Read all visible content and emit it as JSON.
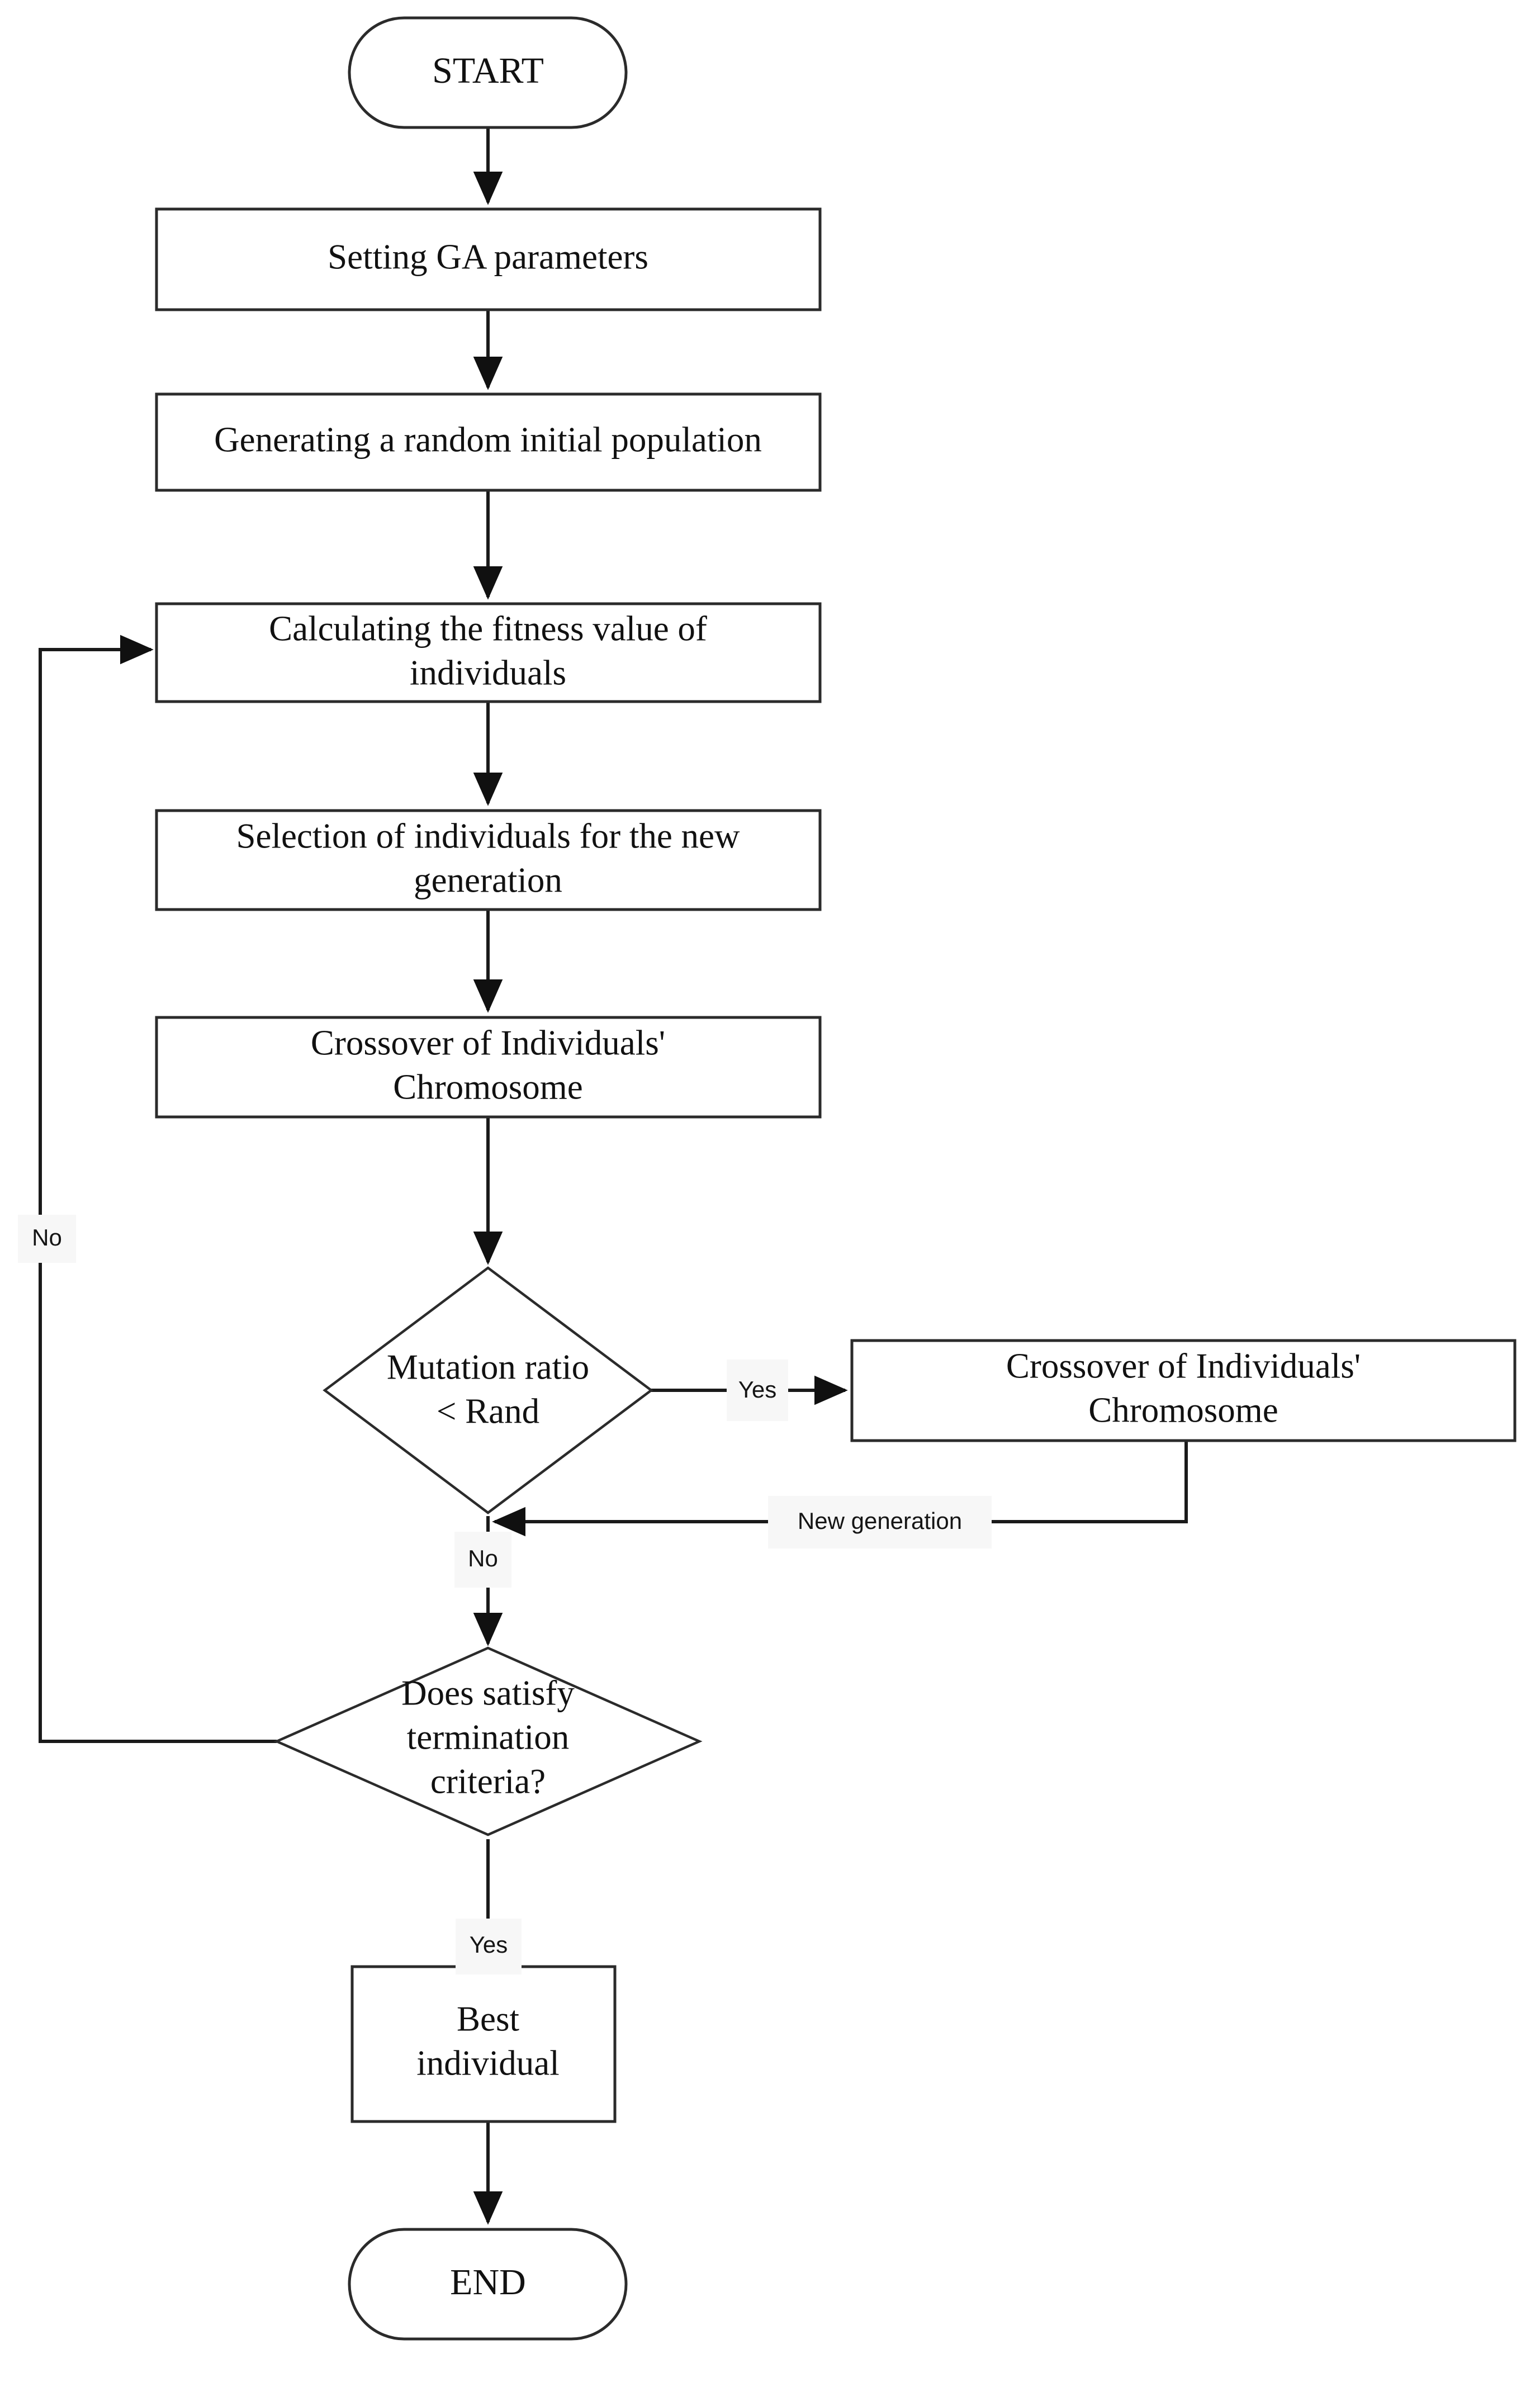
{
  "diagram": {
    "type": "flowchart",
    "title": "Genetic Algorithm Flowchart",
    "nodes": {
      "start": {
        "label": "START",
        "shape": "terminal"
      },
      "set_params": {
        "label": "Setting GA parameters",
        "shape": "process"
      },
      "init_pop": {
        "label": "Generating a random initial population",
        "shape": "process"
      },
      "fitness_line1": {
        "label": "Calculating the fitness value of",
        "shape": "process"
      },
      "fitness_line2": {
        "label": "individuals",
        "shape": "process"
      },
      "selection_line1": {
        "label": "Selection of individuals for the new",
        "shape": "process"
      },
      "selection_line2": {
        "label": "generation",
        "shape": "process"
      },
      "crossover_line1": {
        "label": "Crossover of Individuals'",
        "shape": "process"
      },
      "crossover_line2": {
        "label": "Chromosome",
        "shape": "process"
      },
      "mutation_decision_line1": {
        "label": "Mutation ratio",
        "shape": "decision"
      },
      "mutation_decision_line2": {
        "label": "< Rand",
        "shape": "decision"
      },
      "mutation_box_line1": {
        "label": "Crossover of Individuals'",
        "shape": "process"
      },
      "mutation_box_line2": {
        "label": "Chromosome",
        "shape": "process"
      },
      "termination_line1": {
        "label": "Does satisfy",
        "shape": "decision"
      },
      "termination_line2": {
        "label": "termination",
        "shape": "decision"
      },
      "termination_line3": {
        "label": "criteria?",
        "shape": "decision"
      },
      "best_line1": {
        "label": "Best",
        "shape": "process"
      },
      "best_line2": {
        "label": "individual",
        "shape": "process"
      },
      "end": {
        "label": "END",
        "shape": "terminal"
      }
    },
    "edge_labels": {
      "mutation_yes": "Yes",
      "mutation_no": "No",
      "new_generation": "New generation",
      "termination_yes": "Yes",
      "termination_no": "No"
    },
    "colors": {
      "stroke": "#2b2b2b",
      "text": "#111111",
      "background": "#ffffff",
      "label_background": "#f7f7f7"
    }
  }
}
